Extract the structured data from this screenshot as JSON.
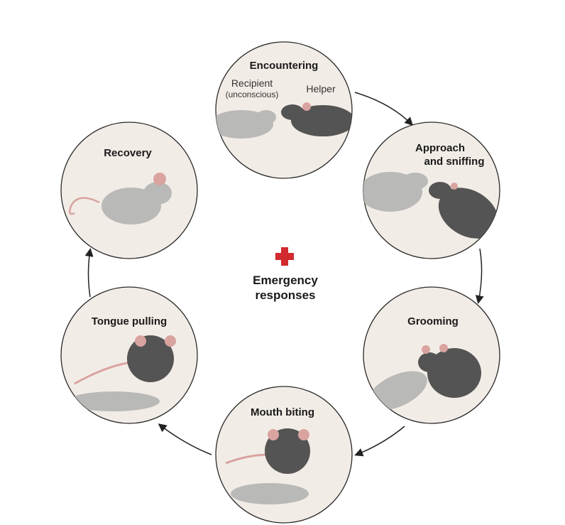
{
  "title": "Emergency responses",
  "title_lines": [
    "Emergency",
    "responses"
  ],
  "center_icon": "red-cross-icon",
  "accent_color": "#d12a2f",
  "steps": [
    {
      "label": "Encountering",
      "recipient_label": "Recipient",
      "recipient_note": "(unconscious)",
      "helper_label": "Helper"
    },
    {
      "label_lines": [
        "Approach",
        "and sniffing"
      ]
    },
    {
      "label": "Grooming"
    },
    {
      "label": "Mouth biting"
    },
    {
      "label": "Tongue pulling"
    },
    {
      "label": "Recovery"
    }
  ]
}
